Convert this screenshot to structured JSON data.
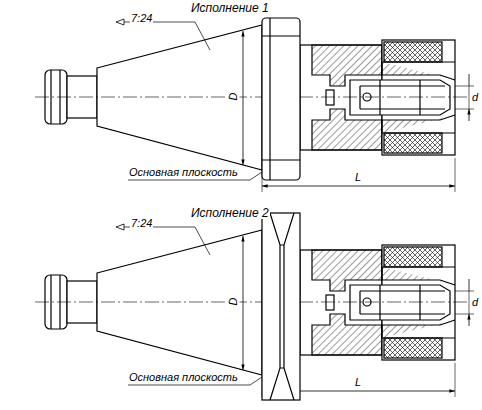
{
  "diagram": {
    "labels": [
      "Исполнение 1",
      "7:24",
      "D",
      "d",
      "Основная плоскость",
      "L",
      "Исполнение 2",
      "7:24",
      "D",
      "d",
      "Основная плоскость",
      "L"
    ]
  }
}
